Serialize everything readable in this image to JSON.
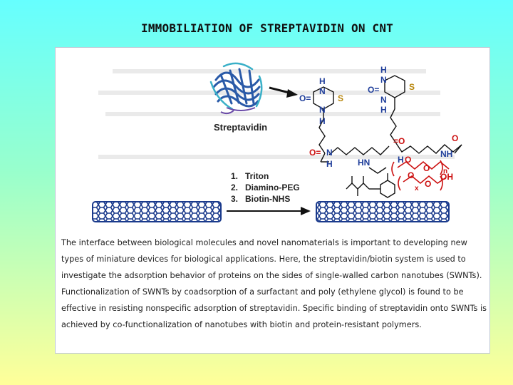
{
  "title": "IMMOBILIATION OF STREPTAVIDIN ON CNT",
  "figure": {
    "protein_label": "Streptavidin",
    "steps": [
      {
        "num": "1.",
        "text": "Triton"
      },
      {
        "num": "2.",
        "text": "Diamino-PEG"
      },
      {
        "num": "3.",
        "text": "Biotin-NHS"
      }
    ],
    "chem_labels": {
      "h1": "H",
      "n1": "N",
      "o1": "O=",
      "n2": "N",
      "h2": "H",
      "s1": "S",
      "h3": "H",
      "n3": "N",
      "o2": "O=",
      "n4": "N",
      "h4": "H",
      "s2": "S",
      "o3": "O=",
      "n5": "N",
      "h5": "H",
      "o4": "=O",
      "hn": "HN",
      "o5": "O",
      "nh": "NH",
      "h6": "H",
      "peg_o1": "O",
      "peg_o2": "O",
      "n_sub": "n",
      "peg_o3": "O",
      "peg_o4": "O",
      "oh": "OH",
      "x_sub": "x"
    }
  },
  "abstract": "The interface between biological molecules and novel nanomaterials is important to developing new types of miniature devices for biological applications. Here, the streptavidin/biotin system is used to investigate the adsorption behavior of proteins on the sides of single-walled carbon nanotubes (SWNTs). Functionalization of SWNTs by coadsorption of a surfactant and poly (ethylene glycol) is found to be effective in resisting nonspecific adsorption of streptavidin. Specific binding of streptavidin onto SWNTs is achieved by co-functionalization of nanotubes with biotin and protein-resistant polymers.",
  "colors": {
    "nanotube": "#1a3a8c",
    "peg": "#cc1111",
    "chem": "#1f3e9a"
  }
}
